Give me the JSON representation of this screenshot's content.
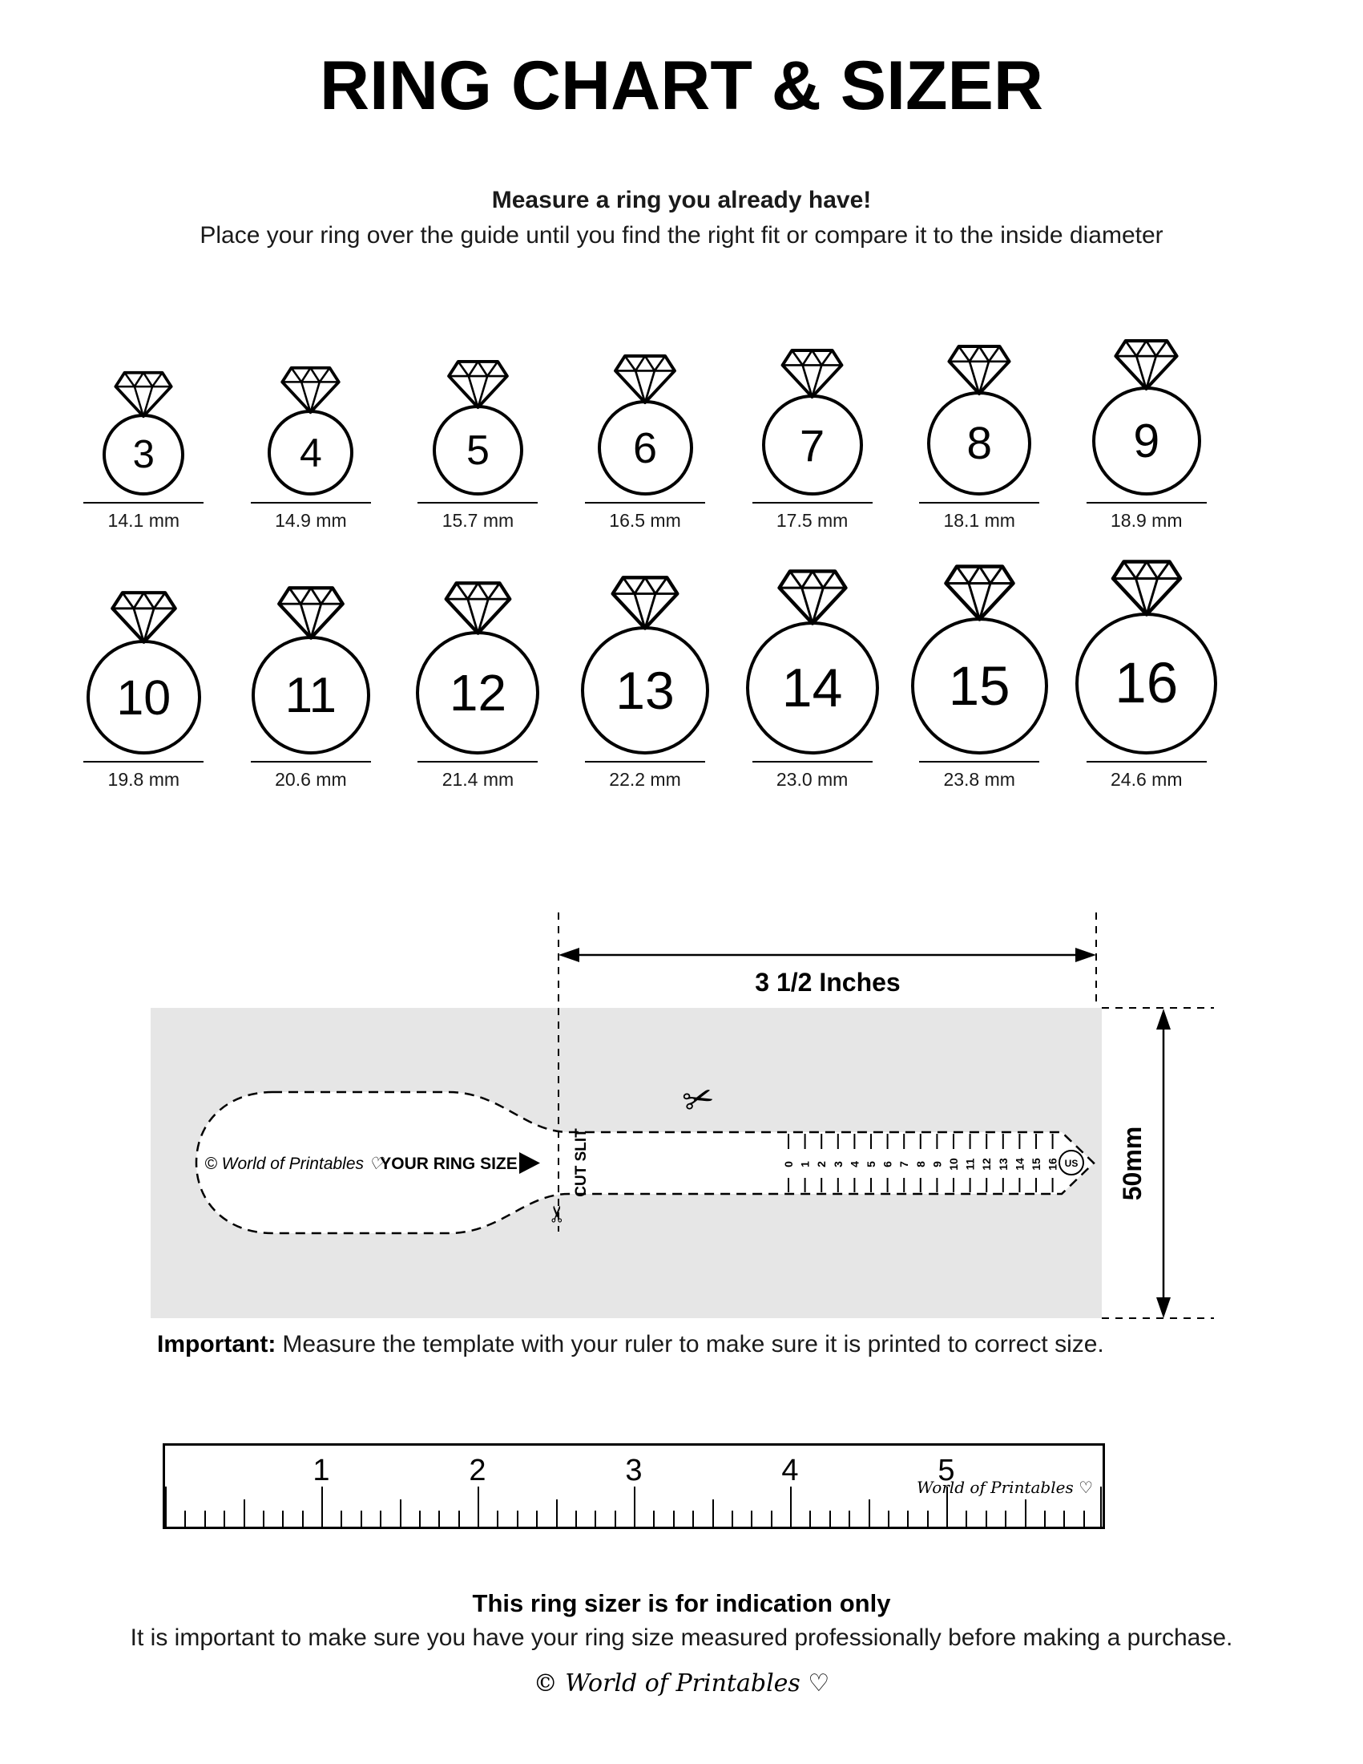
{
  "page": {
    "title": "RING CHART & SIZER",
    "subtitle_bold": "Measure a ring you already have!",
    "subtitle": "Place your ring over the guide until you find the right fit or compare it to the inside diameter"
  },
  "rings": {
    "row1": [
      {
        "size": "3",
        "mm": 14.1,
        "mm_label": "14.1 mm"
      },
      {
        "size": "4",
        "mm": 14.9,
        "mm_label": "14.9 mm"
      },
      {
        "size": "5",
        "mm": 15.7,
        "mm_label": "15.7 mm"
      },
      {
        "size": "6",
        "mm": 16.5,
        "mm_label": "16.5 mm"
      },
      {
        "size": "7",
        "mm": 17.5,
        "mm_label": "17.5 mm"
      },
      {
        "size": "8",
        "mm": 18.1,
        "mm_label": "18.1 mm"
      },
      {
        "size": "9",
        "mm": 18.9,
        "mm_label": "18.9 mm"
      }
    ],
    "row2": [
      {
        "size": "10",
        "mm": 19.8,
        "mm_label": "19.8 mm"
      },
      {
        "size": "11",
        "mm": 20.6,
        "mm_label": "20.6 mm"
      },
      {
        "size": "12",
        "mm": 21.4,
        "mm_label": "21.4 mm"
      },
      {
        "size": "13",
        "mm": 22.2,
        "mm_label": "22.2 mm"
      },
      {
        "size": "14",
        "mm": 23.0,
        "mm_label": "23.0 mm"
      },
      {
        "size": "15",
        "mm": 23.8,
        "mm_label": "23.8 mm"
      },
      {
        "size": "16",
        "mm": 24.6,
        "mm_label": "24.6 mm"
      }
    ]
  },
  "sizer": {
    "dimension_width_label": "3 1/2 Inches",
    "dimension_height_label": "50mm",
    "brand": "© World of Printables ♡",
    "your_ring_size_label": "YOUR RING SIZE",
    "cut_slit_label": "CUT SLIT",
    "scale_numbers": [
      "0",
      "1",
      "2",
      "3",
      "4",
      "5",
      "6",
      "7",
      "8",
      "9",
      "10",
      "11",
      "12",
      "13",
      "14",
      "15",
      "16"
    ],
    "us_label": "US",
    "important_bold": "Important:",
    "important_text": "Measure the template with your ruler to make sure it is printed to correct size."
  },
  "ruler": {
    "numbers": [
      "1",
      "2",
      "3",
      "4",
      "5"
    ],
    "brand": "World of Printables ♡"
  },
  "footer": {
    "note_bold": "This ring sizer is for indication only",
    "note": "It is important to make sure you have your ring size measured professionally before making a purchase.",
    "brand": "© World of Printables ♡"
  },
  "icons": {
    "scissors": "✂",
    "arrow_right": "▶",
    "heart": "♡"
  },
  "colors": {
    "ink": "#000000",
    "backdrop_gray": "#e6e6e6",
    "paper": "#ffffff"
  }
}
